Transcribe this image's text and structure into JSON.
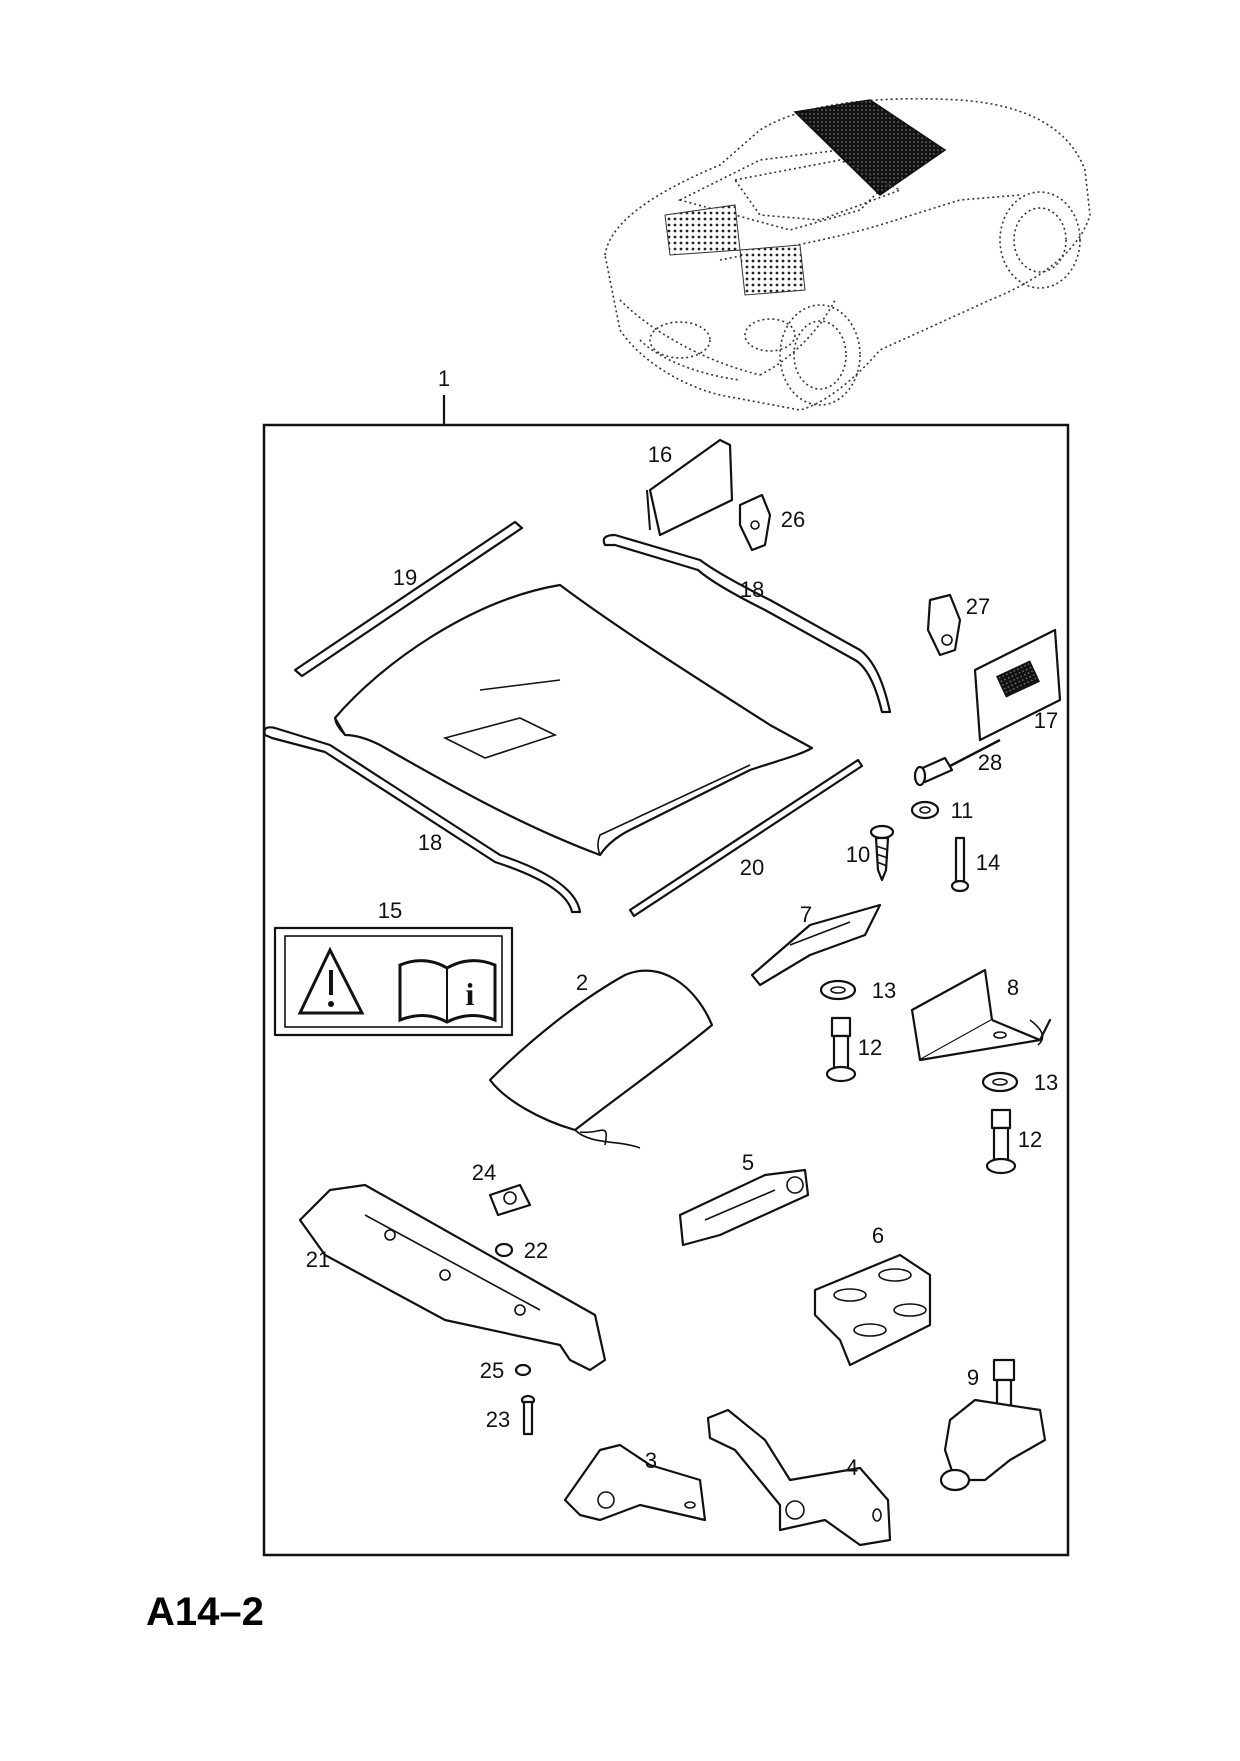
{
  "page": {
    "reference": "A14–2",
    "assembly_callout": "1"
  },
  "callouts": {
    "p2": "2",
    "p3": "3",
    "p4": "4",
    "p5": "5",
    "p6": "6",
    "p7": "7",
    "p8": "8",
    "p9": "9",
    "p10": "10",
    "p11": "11",
    "p12a": "12",
    "p12b": "12",
    "p13a": "13",
    "p13b": "13",
    "p14": "14",
    "p15": "15",
    "p16": "16",
    "p17": "17",
    "p18a": "18",
    "p18b": "18",
    "p19": "19",
    "p20": "20",
    "p21": "21",
    "p22": "22",
    "p23": "23",
    "p24": "24",
    "p25": "25",
    "p26": "26",
    "p27": "27",
    "p28": "28"
  }
}
